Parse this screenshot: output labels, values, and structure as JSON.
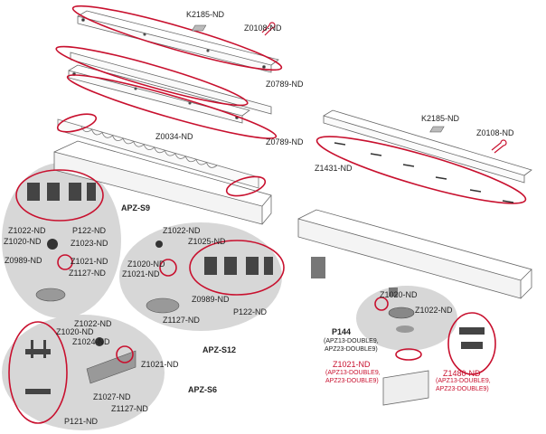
{
  "colors": {
    "accent": "#c8102e",
    "group_fill": "#d7d7d7",
    "line": "#555555"
  },
  "labels": {
    "k2185_top": "K2185-ND",
    "z0108_top": "Z0108-ND",
    "z0789_a": "Z0789-ND",
    "z0789_b": "Z0789-ND",
    "z0034": "Z0034-ND",
    "k2185_right": "K2185-ND",
    "z0108_right": "Z0108-ND",
    "z1431": "Z1431-ND",
    "apz_s9": "APZ-S9",
    "s9_z1022": "Z1022-ND",
    "s9_p122": "P122-ND",
    "s9_z1020": "Z1020-ND",
    "s9_z1023": "Z1023-ND",
    "s9_z0989": "Z0989-ND",
    "s9_z1021": "Z1021-ND",
    "s9_z1127": "Z1127-ND",
    "apz_s12": "APZ-S12",
    "s12_z1022": "Z1022-ND",
    "s12_z1025": "Z1025-ND",
    "s12_z1020": "Z1020-ND",
    "s12_z1021": "Z1021-ND",
    "s12_z0989": "Z0989-ND",
    "s12_p122": "P122-ND",
    "s12_z1127": "Z1127-ND",
    "apz_s6": "APZ-S6",
    "s6_z1022": "Z1022-ND",
    "s6_z1020": "Z1020-ND",
    "s6_z1024": "Z1024-ND",
    "s6_z1021": "Z1021-ND",
    "s6_z1027": "Z1027-ND",
    "s6_z1127": "Z1127-ND",
    "s6_p121": "P121-ND",
    "p144": "P144",
    "p144_sub1": "(APZ13-DOUBLE9,",
    "p144_sub2": "APZ23-DOUBLE9)",
    "rc_z1020": "Z1020-ND",
    "rc_z1022": "Z1022-ND",
    "z1021_b": "Z1021-ND",
    "z1021_b_sub1": "(APZ13-DOUBLE9,",
    "z1021_b_sub2": "APZ23-DOUBLE9)",
    "z1480": "Z1480-ND",
    "z1480_sub1": "(APZ13-DOUBLE9,",
    "z1480_sub2": "APZ23-DOUBLE9)"
  }
}
